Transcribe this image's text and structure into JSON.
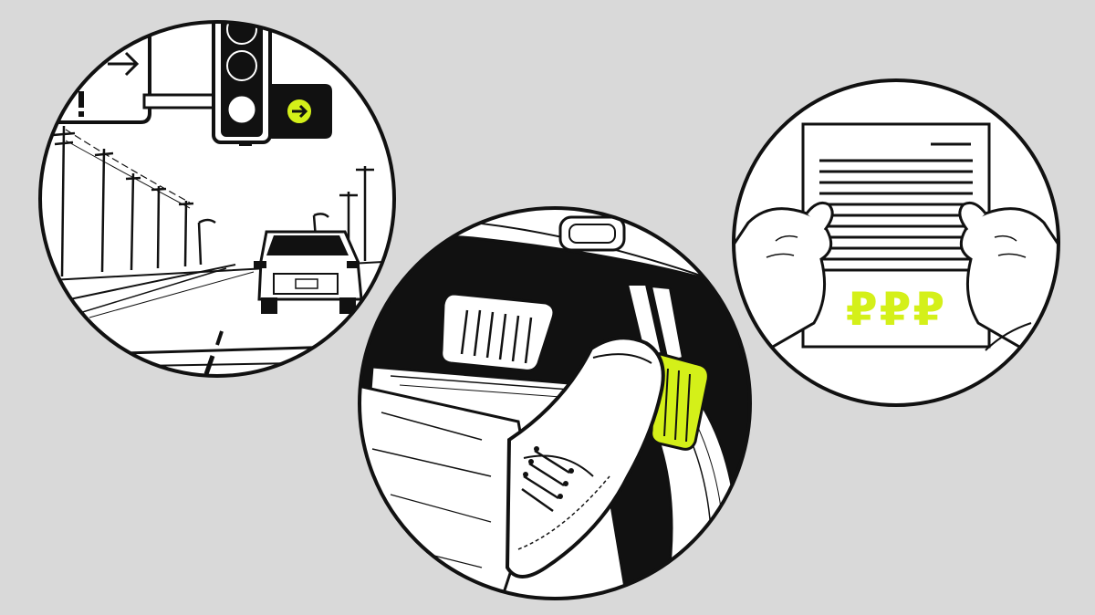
{
  "colors": {
    "background": "#d9d9d9",
    "ink": "#111111",
    "paper": "#ffffff",
    "accent": "#d4f019"
  },
  "scenes": [
    {
      "id": "road-scene",
      "icons": [
        "traffic-light-icon",
        "green-arrow-signal-icon",
        "road-sign-arrow-icon",
        "car-icon",
        "utility-pole-icon"
      ]
    },
    {
      "id": "pedals-scene",
      "icons": [
        "brake-pedal-icon",
        "accelerator-pedal-icon",
        "shoe-icon"
      ]
    },
    {
      "id": "document-scene",
      "icons": [
        "document-icon",
        "hands-icon"
      ]
    }
  ],
  "document": {
    "amount_text": "₽₽₽"
  }
}
